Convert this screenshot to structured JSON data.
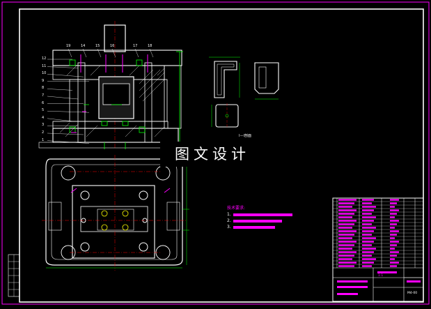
{
  "watermark": {
    "text": "图文设计"
  },
  "section_view": {
    "label": "I—I剖面"
  },
  "part_numbers": {
    "left": [
      "12",
      "11",
      "10",
      "9",
      "8",
      "7",
      "6",
      "5",
      "4",
      "3",
      "2",
      "1"
    ],
    "top": [
      "19",
      "14",
      "15",
      "16",
      "17",
      "18"
    ]
  },
  "technical_notes": {
    "heading": "技术要求:",
    "lines": [
      "1.",
      "2.",
      "3."
    ]
  },
  "title_block": {
    "scale": "1:1",
    "drawing_no": "M4-00"
  },
  "colors": {
    "background": "#000000",
    "border": "#ffffff",
    "section": "#ffffff",
    "centerline": "#ff0000",
    "dimension": "#00ff00",
    "annotation": "#ff00ff",
    "frame": "#ff00ff"
  }
}
